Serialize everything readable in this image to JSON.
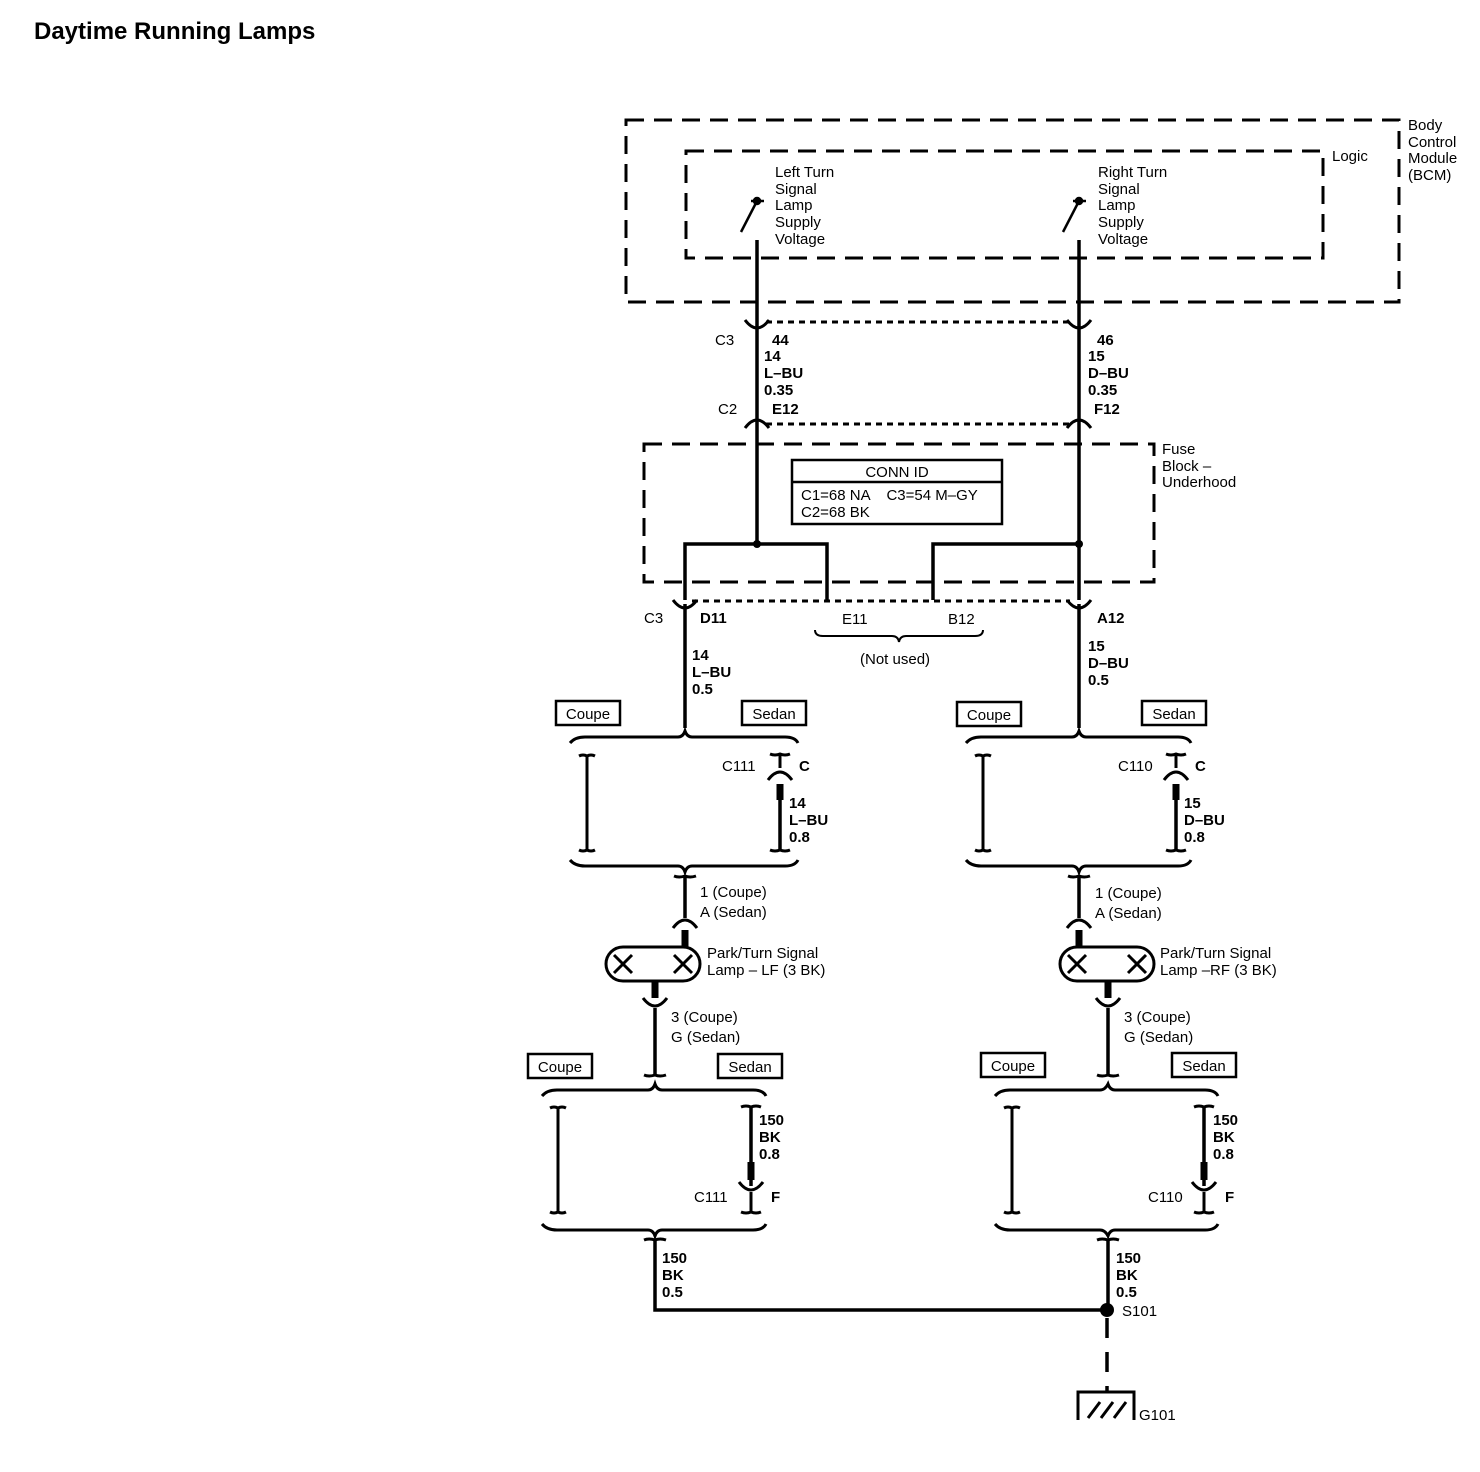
{
  "title": "Daytime Running Lamps",
  "bcm": {
    "label_lines": [
      "Body",
      "Control",
      "Module",
      "(BCM)"
    ],
    "logic_label": "Logic",
    "left_switch_lines": [
      "Left Turn",
      "Signal",
      "Lamp",
      "Supply",
      "Voltage"
    ],
    "right_switch_lines": [
      "Right Turn",
      "Signal",
      "Lamp",
      "Supply",
      "Voltage"
    ]
  },
  "bcm_connector": {
    "name": "C3",
    "left": {
      "pin": "44",
      "circuit": "14",
      "color": "L–BU",
      "gauge": "0.35"
    },
    "right": {
      "pin": "46",
      "circuit": "15",
      "color": "D–BU",
      "gauge": "0.35"
    }
  },
  "fuse_block": {
    "label_lines": [
      "Fuse",
      "Block –",
      "Underhood"
    ],
    "top_connector": "C2",
    "top_left_pin": "E12",
    "top_right_pin": "F12",
    "conn_id_title": "CONN ID",
    "conn_id_line1": "C1=68 NA    C3=54 M–GY",
    "conn_id_line2": "C2=68 BK",
    "bottom_connector": "C3",
    "pin_d": "D11",
    "pin_e": "E11",
    "pin_b": "B12",
    "pin_a": "A12",
    "not_used": "(Not used)"
  },
  "left_path": {
    "wire": {
      "circuit": "14",
      "color": "L–BU",
      "gauge": "0.5"
    },
    "coupe": "Coupe",
    "sedan": "Sedan",
    "inline": {
      "name": "C111",
      "pin": "C"
    },
    "sedan_wire": {
      "circuit": "14",
      "color": "L–BU",
      "gauge": "0.8"
    },
    "lamp_pin_1": "1 (Coupe)",
    "lamp_pin_2": "A (Sedan)",
    "lamp_lines": [
      "Park/Turn Signal",
      "Lamp – LF (3 BK)"
    ],
    "ground_pin_1": "3 (Coupe)",
    "ground_pin_2": "G (Sedan)",
    "coupe2": "Coupe",
    "sedan2": "Sedan",
    "ground_wire": {
      "circuit": "150",
      "color": "BK",
      "gauge": "0.8"
    },
    "inline2": {
      "name": "C111",
      "pin": "F"
    },
    "final_wire": {
      "circuit": "150",
      "color": "BK",
      "gauge": "0.5"
    }
  },
  "right_path": {
    "wire": {
      "circuit": "15",
      "color": "D–BU",
      "gauge": "0.5"
    },
    "coupe": "Coupe",
    "sedan": "Sedan",
    "inline": {
      "name": "C110",
      "pin": "C"
    },
    "sedan_wire": {
      "circuit": "15",
      "color": "D–BU",
      "gauge": "0.8"
    },
    "lamp_pin_1": "1 (Coupe)",
    "lamp_pin_2": "A (Sedan)",
    "lamp_lines": [
      "Park/Turn Signal",
      "Lamp –RF (3 BK)"
    ],
    "ground_pin_1": "3 (Coupe)",
    "ground_pin_2": "G (Sedan)",
    "coupe2": "Coupe",
    "sedan2": "Sedan",
    "ground_wire": {
      "circuit": "150",
      "color": "BK",
      "gauge": "0.8"
    },
    "inline2": {
      "name": "C110",
      "pin": "F"
    },
    "final_wire": {
      "circuit": "150",
      "color": "BK",
      "gauge": "0.5"
    }
  },
  "splice": "S101",
  "ground": "G101"
}
